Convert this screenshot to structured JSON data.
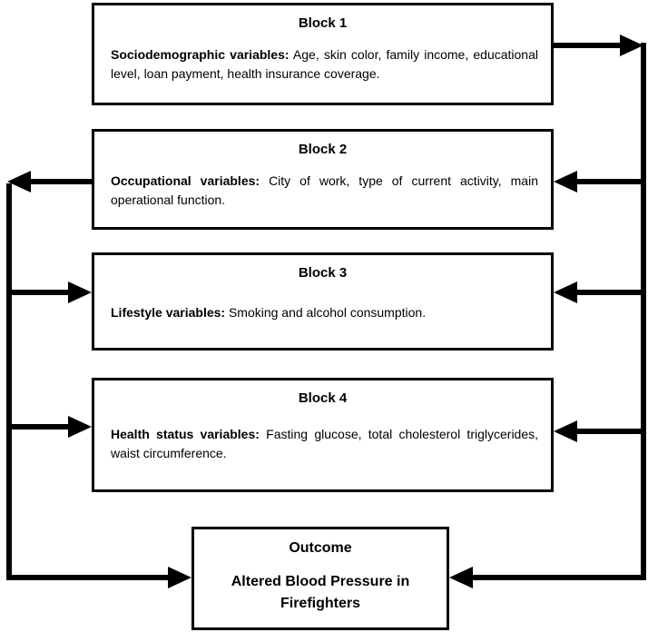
{
  "blocks": [
    {
      "title": "Block 1",
      "label": "Sociodemographic variables:",
      "text": " Age, skin color, family income, educational level, loan payment, health insurance coverage."
    },
    {
      "title": "Block 2",
      "label": "Occupational variables:",
      "text": " City of work, type of current activity, main operational function."
    },
    {
      "title": "Block 3",
      "label": "Lifestyle variables:",
      "text": " Smoking and alcohol consumption."
    },
    {
      "title": "Block 4",
      "label": "Health status variables:",
      "text": " Fasting glucose, total cholesterol triglycerides, waist circumference."
    }
  ],
  "outcome": {
    "title": "Outcome",
    "text": "Altered Blood Pressure in Firefighters"
  }
}
